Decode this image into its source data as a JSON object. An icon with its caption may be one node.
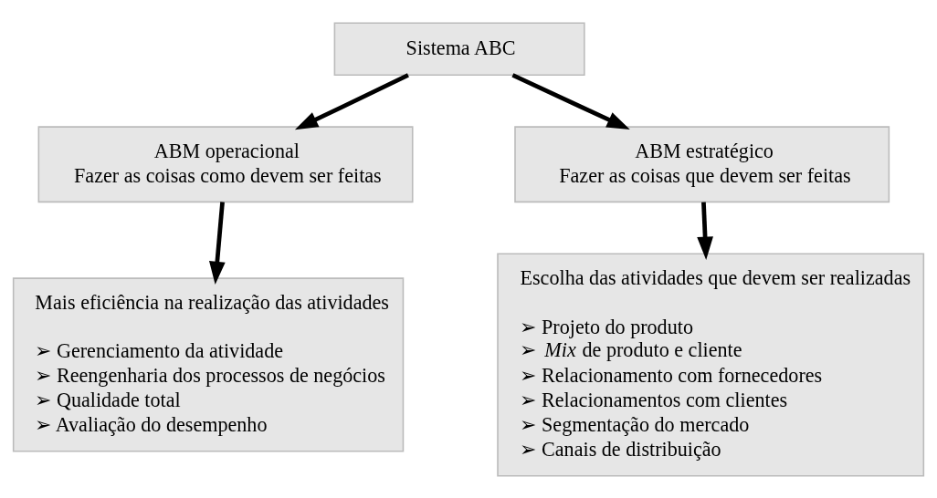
{
  "diagram": {
    "nodes": [
      {
        "text": [
          "Sistema ABC"
        ]
      },
      {
        "text": [
          "ABM operacional",
          "Fazer as coisas como devem ser feitas"
        ]
      },
      {
        "text": [
          "ABM estratégico",
          "Fazer as coisas que devem ser feitas"
        ]
      },
      {
        "text": [
          "Mais eficiência na realização das atividades",
          "➢ Gerenciamento da atividade",
          "➢ Reengenharia dos processos de negócios",
          "➢ Qualidade total",
          "➢ Avaliação do desempenho"
        ]
      },
      {
        "text": [
          "Escolha das atividades que devem ser realizadas",
          "➢ Projeto do produto",
          "➢ *Mix* de produto e cliente",
          "➢ Relacionamento com fornecedores",
          "➢ Relacionamentos com clientes",
          "➢ Segmentação do mercado",
          "➢ Canais de distribuição"
        ]
      }
    ],
    "edges": [
      {
        "from": 0,
        "to": 1,
        "arrow": "to"
      },
      {
        "from": 0,
        "to": 2,
        "arrow": "to"
      },
      {
        "from": 1,
        "to": 3,
        "arrow": "to"
      },
      {
        "from": 2,
        "to": 4,
        "arrow": "to"
      }
    ]
  }
}
